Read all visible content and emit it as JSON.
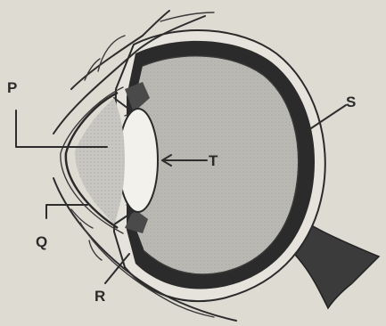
{
  "labels": {
    "p": "P",
    "q": "Q",
    "r": "R",
    "s": "S",
    "t": "T"
  },
  "colors": {
    "paper": "#dedbd3",
    "vitreous": "#b8b6b0",
    "choroid": "#2b2b2b",
    "sclera": "#e6e3dc",
    "ink": "#2d2d2d",
    "lens": "#f2f1ec",
    "optic_nerve": "#3a3a3a"
  }
}
